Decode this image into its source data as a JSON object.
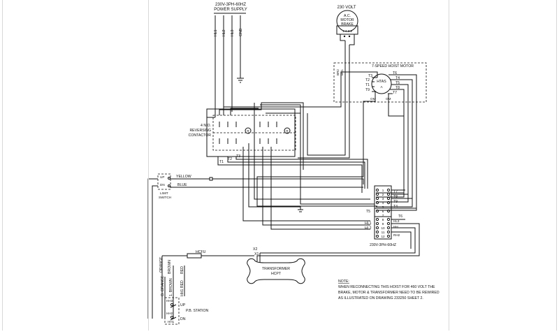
{
  "power_supply": {
    "voltage": "230V-3PH-60HZ",
    "label": "POWER SUPPLY",
    "lines": [
      "HL1",
      "HL2",
      "HL3",
      "GND"
    ]
  },
  "brake": {
    "volt": "230 VOLT",
    "name": [
      "A.C.",
      "MOTOR",
      "BRAKE"
    ],
    "pins": "1 4 3 2"
  },
  "motor": {
    "title": "7-SPEED HOIST MOTOR",
    "center_label": "HTAS",
    "left_leads": [
      "T3",
      "T2",
      "T1",
      "T9"
    ],
    "right_leads": [
      "T6",
      "T4",
      "T5",
      "T8",
      "T7"
    ],
    "bottom_leads": [
      "OM",
      "OM"
    ],
    "side_tags": [
      "BR2",
      "BR1"
    ]
  },
  "contactor": {
    "label": [
      "4 N.O.",
      "REVERSING",
      "CONTACTOR"
    ],
    "coil": "R",
    "outputs": [
      "T1",
      "T2",
      "T3"
    ]
  },
  "limit_switch": {
    "label": [
      "LIMIT",
      "SWITCH"
    ],
    "up": "UP",
    "dn": "DN",
    "wire_yellow": "YELLOW",
    "wire_blue": "BLUE"
  },
  "terminal_strip": {
    "numbers": [
      "1",
      "2",
      "3",
      "4",
      "5",
      "6",
      "7",
      "8",
      "9",
      "10",
      "11",
      "12"
    ],
    "right_labels": [
      "T7",
      "T8",
      "T9",
      "T4",
      "T6",
      "HL3",
      "HH",
      "RH2"
    ],
    "left_labels": [
      "T5",
      "HL1",
      "HL2"
    ],
    "bottom_label": "230V-3PH-60HZ"
  },
  "fuse": {
    "label": "HCFU"
  },
  "transformer": {
    "label": [
      "TRANSFORMER",
      "HCPT"
    ],
    "taps": [
      "X2",
      "X1"
    ]
  },
  "pendant_wires": [
    "ORANGE",
    "BROWN",
    "RED",
    "O. ORANGE",
    "1. BROWN",
    "HH1 RED"
  ],
  "pb_station": {
    "label": "P.B. STATION",
    "up": "UP",
    "dn": "DN",
    "tags": [
      "HH3",
      "HH2",
      "HH1"
    ]
  },
  "note": {
    "heading": "NOTE:",
    "lines": [
      "WHEN RECONNECTING THIS HOIST FOR 460 VOLT THE",
      "BRAKE, MOTOR & TRANSFORMER NEED TO BE REWIRED",
      "AS ILLUSTRATED ON DRAWING 233250 SHEET 2."
    ]
  }
}
